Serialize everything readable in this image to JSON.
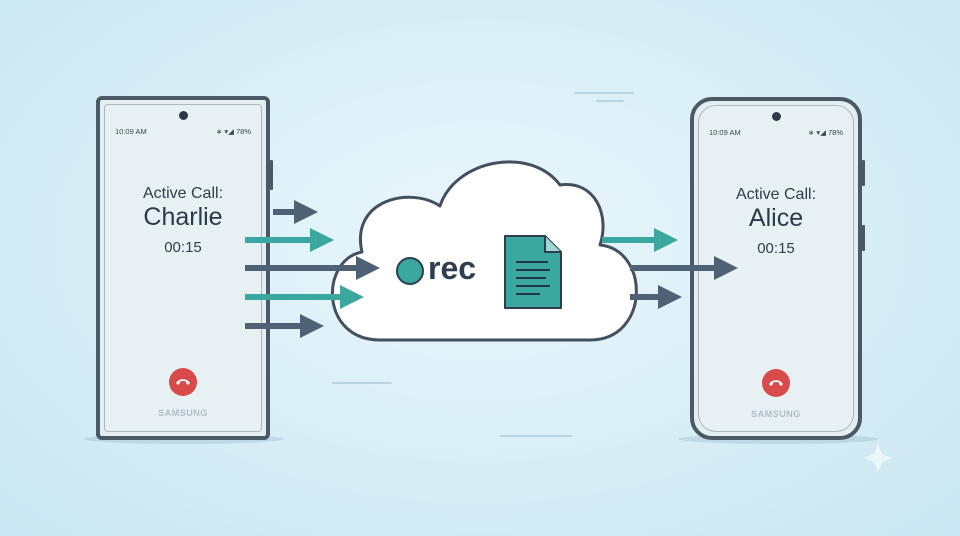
{
  "left_phone": {
    "time": "10:09 AM",
    "status_icons": "∗ ▾◢ 78%",
    "call_title": "Active Call:",
    "caller_name": "Charlie",
    "duration": "00:15",
    "brand": "SAMSUNG"
  },
  "right_phone": {
    "time": "10:09 AM",
    "status_icons": "∗ ▾◢ 78%",
    "call_title": "Active Call:",
    "caller_name": "Alice",
    "duration": "00:15",
    "brand": "SAMSUNG"
  },
  "cloud": {
    "rec_label": "rec",
    "icons": [
      "record-dot-icon",
      "document-icon"
    ]
  },
  "colors": {
    "teal": "#3aa89e",
    "slate": "#4f6275",
    "end_call": "#d94b4b",
    "phone_frame": "#4b5866"
  }
}
